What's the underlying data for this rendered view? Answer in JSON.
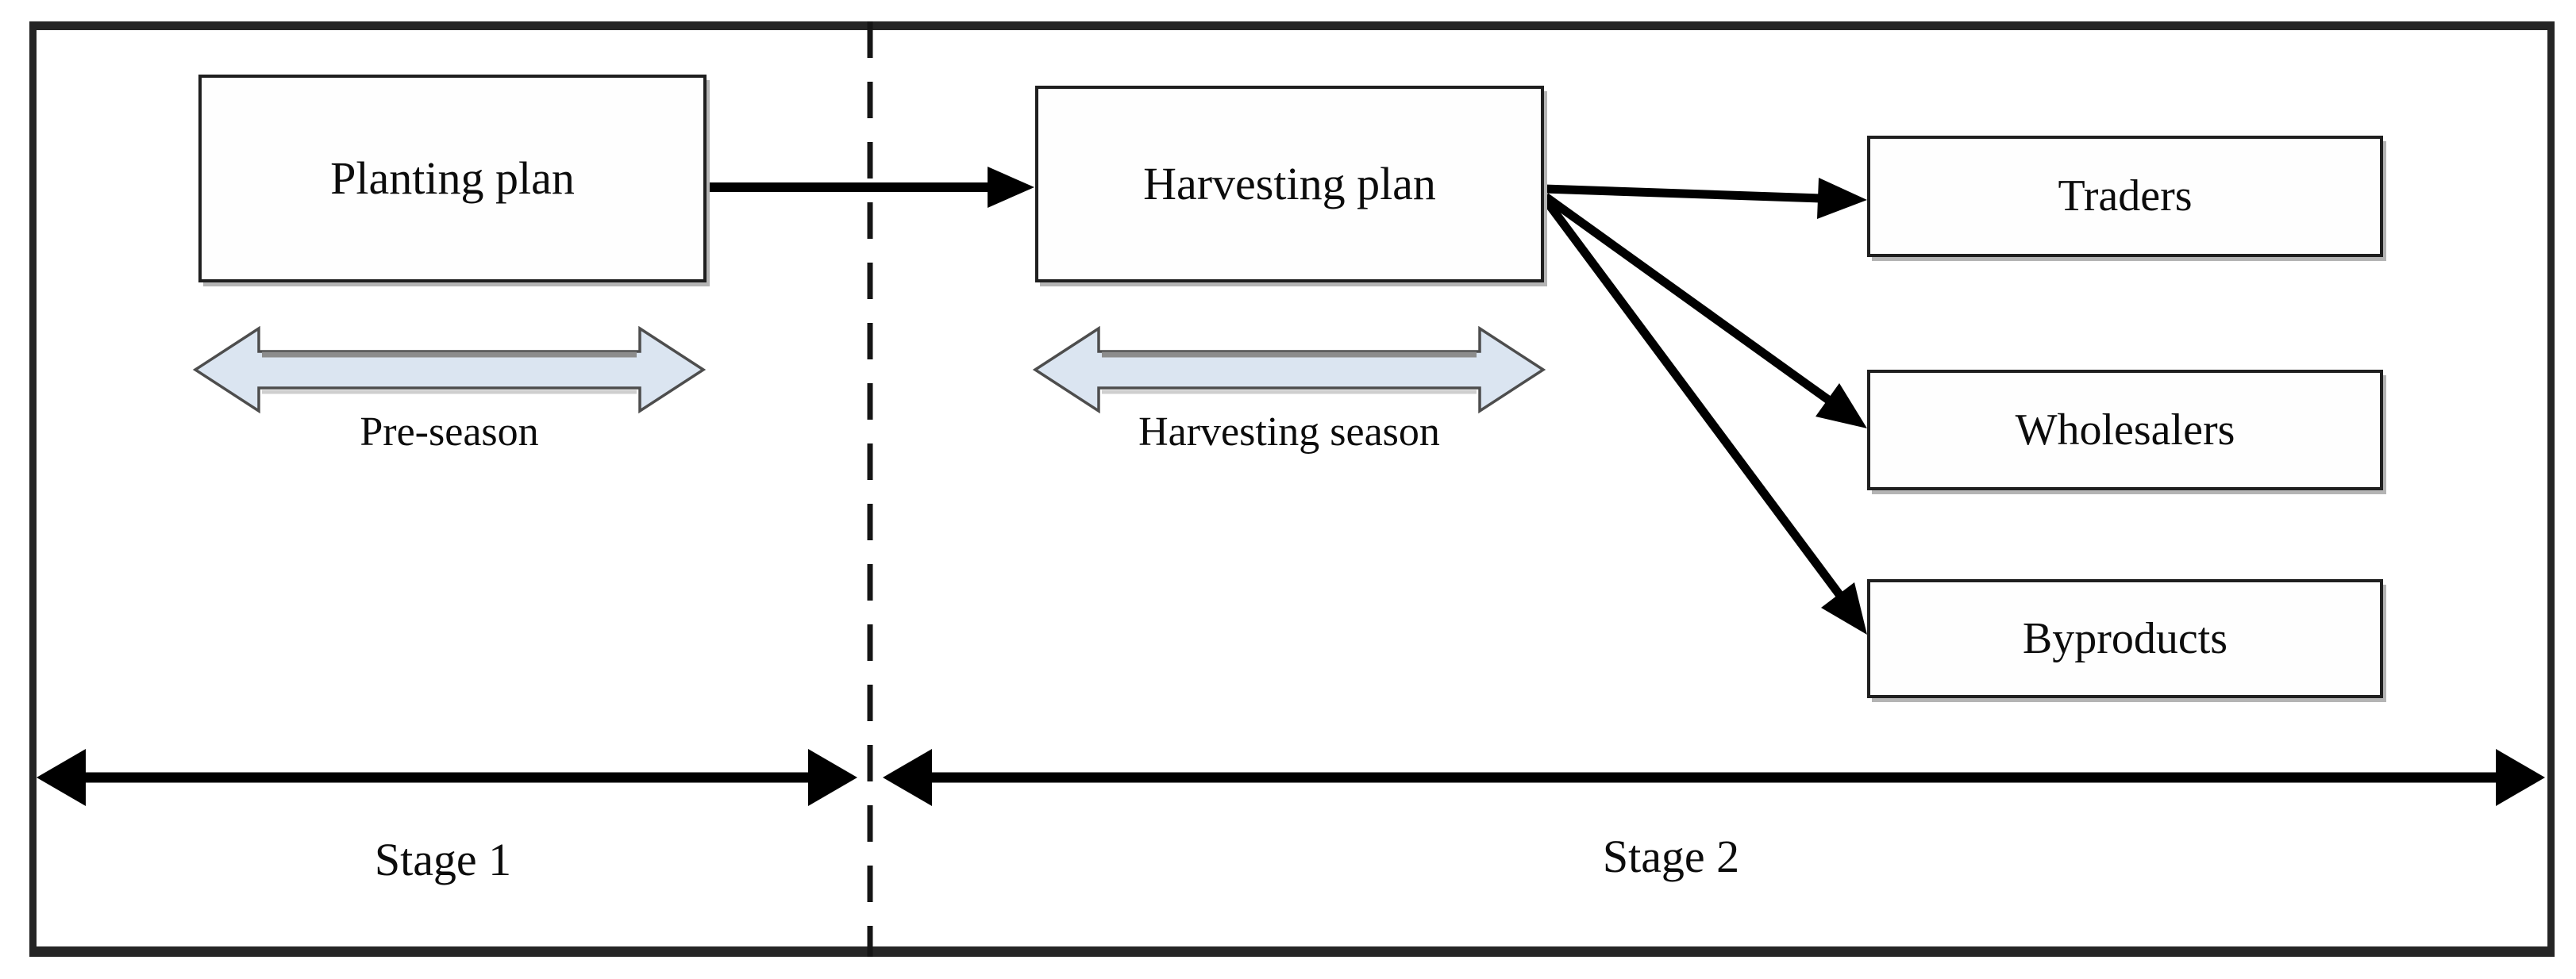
{
  "figure": {
    "nodes": {
      "planting": {
        "label": "Planting plan"
      },
      "harvesting": {
        "label": "Harvesting plan"
      },
      "traders": {
        "label": "Traders"
      },
      "wholesalers": {
        "label": "Wholesalers"
      },
      "byproducts": {
        "label": "Byproducts"
      }
    },
    "season_arrows": {
      "pre_season_label": "Pre-season",
      "harvesting_season_label": "Harvesting season"
    },
    "stages": {
      "stage1_label": "Stage 1",
      "stage2_label": "Stage 2"
    },
    "colors": {
      "background": "#ffffff",
      "frame_border": "#252525",
      "box_border": "#1f1f1f",
      "box_shadow": "#b4b4b4",
      "connector_line": "#000000",
      "dashed_divider": "#151515",
      "season_arrow_fill": "#dbe5f1",
      "season_arrow_stroke": "#4d4d4d",
      "season_arrow_top_shadow": "#8c8c8c",
      "text": "#0c0c0c"
    }
  }
}
